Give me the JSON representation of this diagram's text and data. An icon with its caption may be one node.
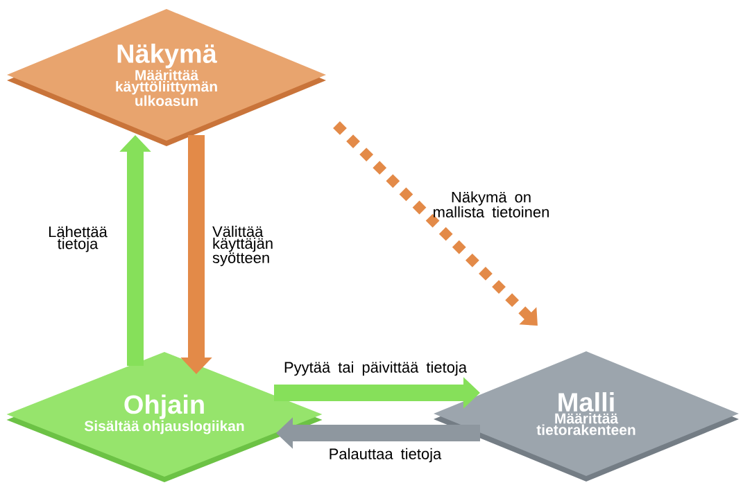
{
  "diagram": {
    "nodes": [
      {
        "text": [
          "Näkymä",
          "Määrittää käyttöliittymän ulkoasun"
        ]
      },
      {
        "text": [
          "Ohjain",
          "Sisältää ohjauslogiikan"
        ]
      },
      {
        "text": [
          "Malli",
          "Määrittää tietorakenteen"
        ]
      }
    ],
    "edges": [
      {
        "from": 1,
        "to": 0,
        "arrow": "to",
        "label": "Lähettää tietoja",
        "color": "#86e05a"
      },
      {
        "from": 0,
        "to": 1,
        "arrow": "to",
        "label": "Välittää käyttäjän syötteen",
        "color": "#e38a48"
      },
      {
        "from": 0,
        "to": 2,
        "arrow": "to",
        "label": "Näkymä on mallista tietoinen",
        "style": "dashed",
        "color": "#e38a48"
      },
      {
        "from": 1,
        "to": 2,
        "arrow": "to",
        "label": "Pyytää tai päivittää tietoja",
        "color": "#86e05a"
      },
      {
        "from": 2,
        "to": 1,
        "arrow": "to",
        "label": "Palauttaa tietoja",
        "color": "#8e979f"
      }
    ]
  }
}
